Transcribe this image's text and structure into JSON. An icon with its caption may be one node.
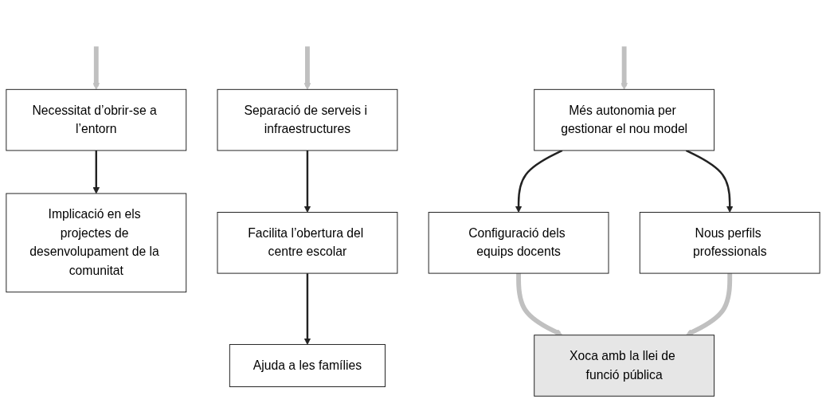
{
  "diagram": {
    "nodes": [
      {
        "text": [
          "Necessitat d’obrir-se a l’entorn"
        ]
      },
      {
        "text": [
          "Implicació en els projectes de desenvolupament de la comunitat"
        ]
      },
      {
        "text": [
          "Separació de serveis i infraestructures"
        ]
      },
      {
        "text": [
          "Facilita l’obertura del centre escolar"
        ]
      },
      {
        "text": [
          "Ajuda a les famílies"
        ]
      },
      {
        "text": [
          "Més autonomia per gestionar el nou model"
        ]
      },
      {
        "text": [
          "Configuració dels equips docents"
        ]
      },
      {
        "text": [
          "Nous perfils professionals"
        ]
      },
      {
        "text": [
          "Xoca amb la llei de funció pública"
        ]
      }
    ],
    "edges": [
      {
        "from": null,
        "to": 0,
        "arrow": "to",
        "style": "thick",
        "color": "#c0c0c0"
      },
      {
        "from": null,
        "to": 2,
        "arrow": "to",
        "style": "thick",
        "color": "#c0c0c0"
      },
      {
        "from": null,
        "to": 5,
        "arrow": "to",
        "style": "thick",
        "color": "#c0c0c0"
      },
      {
        "from": 0,
        "to": 1,
        "arrow": "to",
        "color": "#222222"
      },
      {
        "from": 2,
        "to": 3,
        "arrow": "to",
        "color": "#222222"
      },
      {
        "from": 3,
        "to": 4,
        "arrow": "to",
        "color": "#222222"
      },
      {
        "from": 5,
        "to": 6,
        "arrow": "to",
        "color": "#222222"
      },
      {
        "from": 5,
        "to": 7,
        "arrow": "to",
        "color": "#222222"
      },
      {
        "from": 6,
        "to": 8,
        "arrow": "to",
        "style": "thick",
        "color": "#c0c0c0"
      },
      {
        "from": 7,
        "to": 8,
        "arrow": "to",
        "style": "thick",
        "color": "#c0c0c0"
      }
    ]
  }
}
